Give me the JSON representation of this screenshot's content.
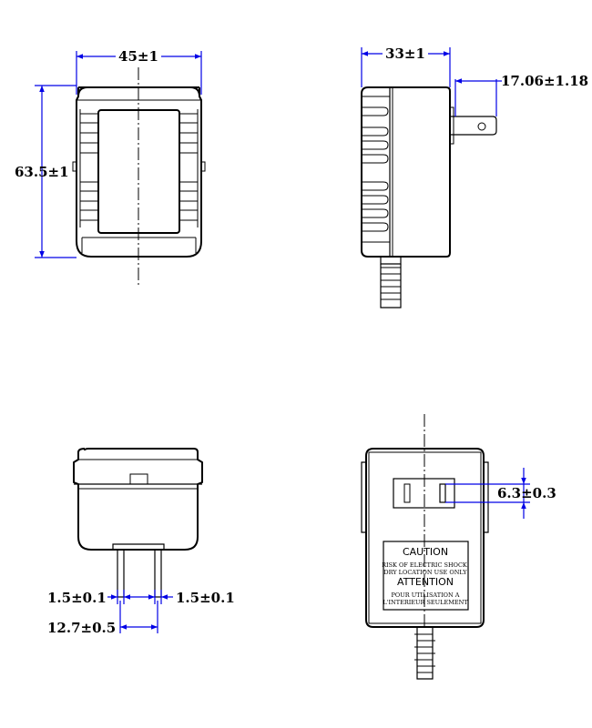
{
  "dimensions": {
    "front_width": "45±1",
    "front_height": "63.5±1",
    "side_depth": "33±1",
    "prong_length": "17.06±1.18",
    "back_slot_height": "6.3±0.3",
    "prong_thickness_left": "1.5±0.1",
    "prong_thickness_right": "1.5±0.1",
    "prong_spacing": "12.7±0.5"
  },
  "label": {
    "caution": "CAUTION",
    "caution_line1": "RISK OF ELECTRIC SHOCK.",
    "caution_line2": "DRY LOCATION USE ONLY",
    "attention": "ATTENTION",
    "attention_line1": "POUR UTILISATION A",
    "attention_line2": "L'INTERIEUR SEULEMENT"
  },
  "colors": {
    "dimension_line": "#0000e6",
    "outline": "#000000"
  }
}
